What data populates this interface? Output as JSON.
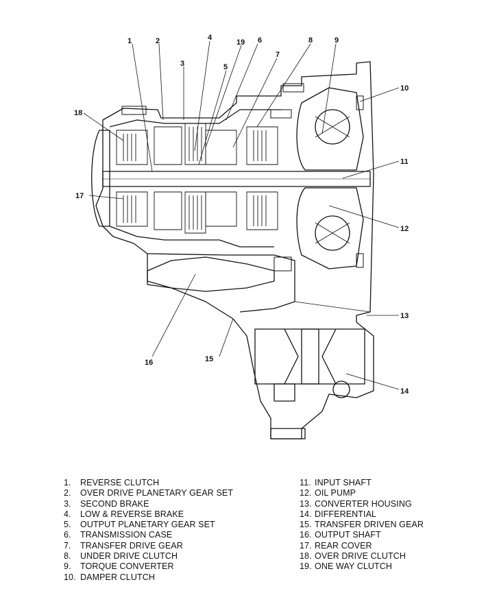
{
  "callouts": [
    "1",
    "2",
    "3",
    "4",
    "5",
    "6",
    "7",
    "8",
    "9",
    "10",
    "11",
    "12",
    "13",
    "14",
    "15",
    "16",
    "17",
    "18",
    "19"
  ],
  "legend_left": [
    {
      "num": "1.",
      "text": "REVERSE CLUTCH"
    },
    {
      "num": "2.",
      "text": "OVER DRIVE PLANETARY GEAR SET"
    },
    {
      "num": "3.",
      "text": "SECOND BRAKE"
    },
    {
      "num": "4.",
      "text": "LOW & REVERSE BRAKE"
    },
    {
      "num": "5.",
      "text": "OUTPUT PLANETARY GEAR SET"
    },
    {
      "num": "6.",
      "text": "TRANSMISSION CASE"
    },
    {
      "num": "7.",
      "text": "TRANSFER DRIVE GEAR"
    },
    {
      "num": "8.",
      "text": "UNDER DRIVE CLUTCH"
    },
    {
      "num": "9.",
      "text": "TORQUE CONVERTER"
    },
    {
      "num": "10.",
      "text": "DAMPER CLUTCH"
    }
  ],
  "legend_right": [
    {
      "num": "11.",
      "text": "INPUT SHAFT"
    },
    {
      "num": "12.",
      "text": "OIL PUMP"
    },
    {
      "num": "13.",
      "text": "CONVERTER HOUSING"
    },
    {
      "num": "14.",
      "text": "DIFFERENTIAL"
    },
    {
      "num": "15.",
      "text": "TRANSFER DRIVEN GEAR"
    },
    {
      "num": "16.",
      "text": "OUTPUT SHAFT"
    },
    {
      "num": "17.",
      "text": "REAR COVER"
    },
    {
      "num": "18.",
      "text": "OVER DRIVE CLUTCH"
    },
    {
      "num": "19.",
      "text": "ONE WAY CLUTCH"
    }
  ]
}
